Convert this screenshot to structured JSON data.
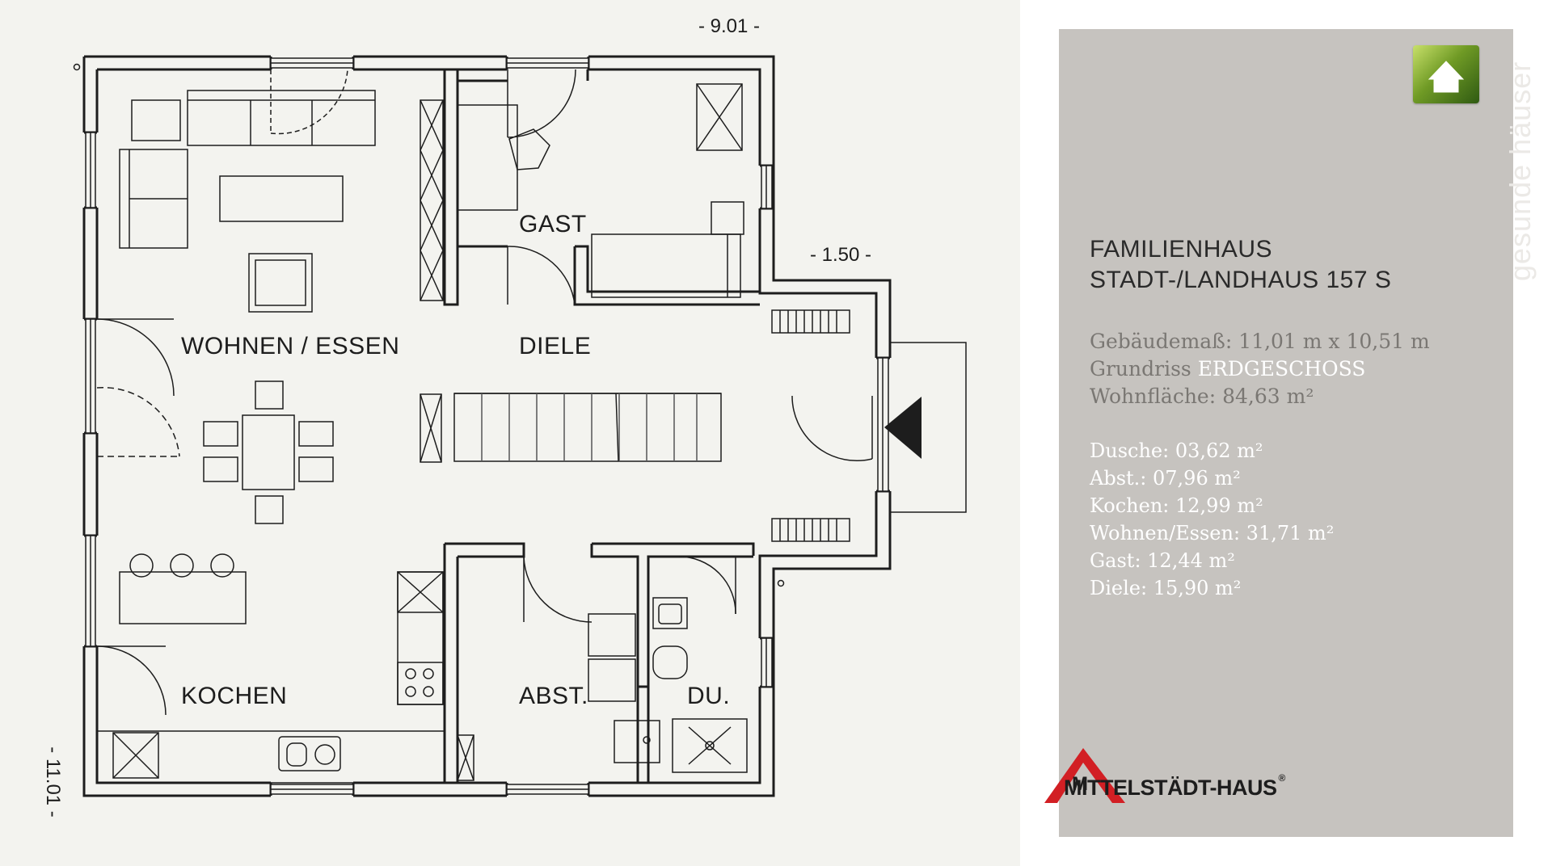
{
  "plan": {
    "dimension_width": "- 9.01 -",
    "dimension_depth": "- 11.01 -",
    "dimension_offset": "- 1.50 -",
    "rooms": {
      "gast": "GAST",
      "wohnen_essen": "WOHNEN / ESSEN",
      "diele": "DIELE",
      "kochen": "KOCHEN",
      "abst": "ABST.",
      "du": "DU."
    },
    "wall_color": "#1d1d1d",
    "background_color": "#f3f3ef"
  },
  "info": {
    "title_line1": "FAMILIENHAUS",
    "title_line2": "STADT-/LANDHAUS 157 S",
    "building_size": "Gebäudemaß: 11,01 m x 10,51 m",
    "floorplan_label": "Grundriss",
    "floorplan_value": "ERDGESCHOSS",
    "living_area": "Wohnfläche: 84,63 m²",
    "room_areas": [
      "Dusche: 03,62 m²",
      "Abst.: 07,96 m²",
      "Kochen: 12,99 m²",
      "Wohnen/Essen: 31,71 m²",
      "Gast: 12,44 m²",
      "Diele: 15,90 m²"
    ],
    "tagline": "gesunde häuser",
    "panel_color": "#c6c3bf"
  },
  "logo": {
    "text": "MITTELSTÄDT-HAUS",
    "registered": "®",
    "accent_color": "#d21f24",
    "icon": "house-roof-icon"
  },
  "badge": {
    "icon": "green-house-icon"
  }
}
